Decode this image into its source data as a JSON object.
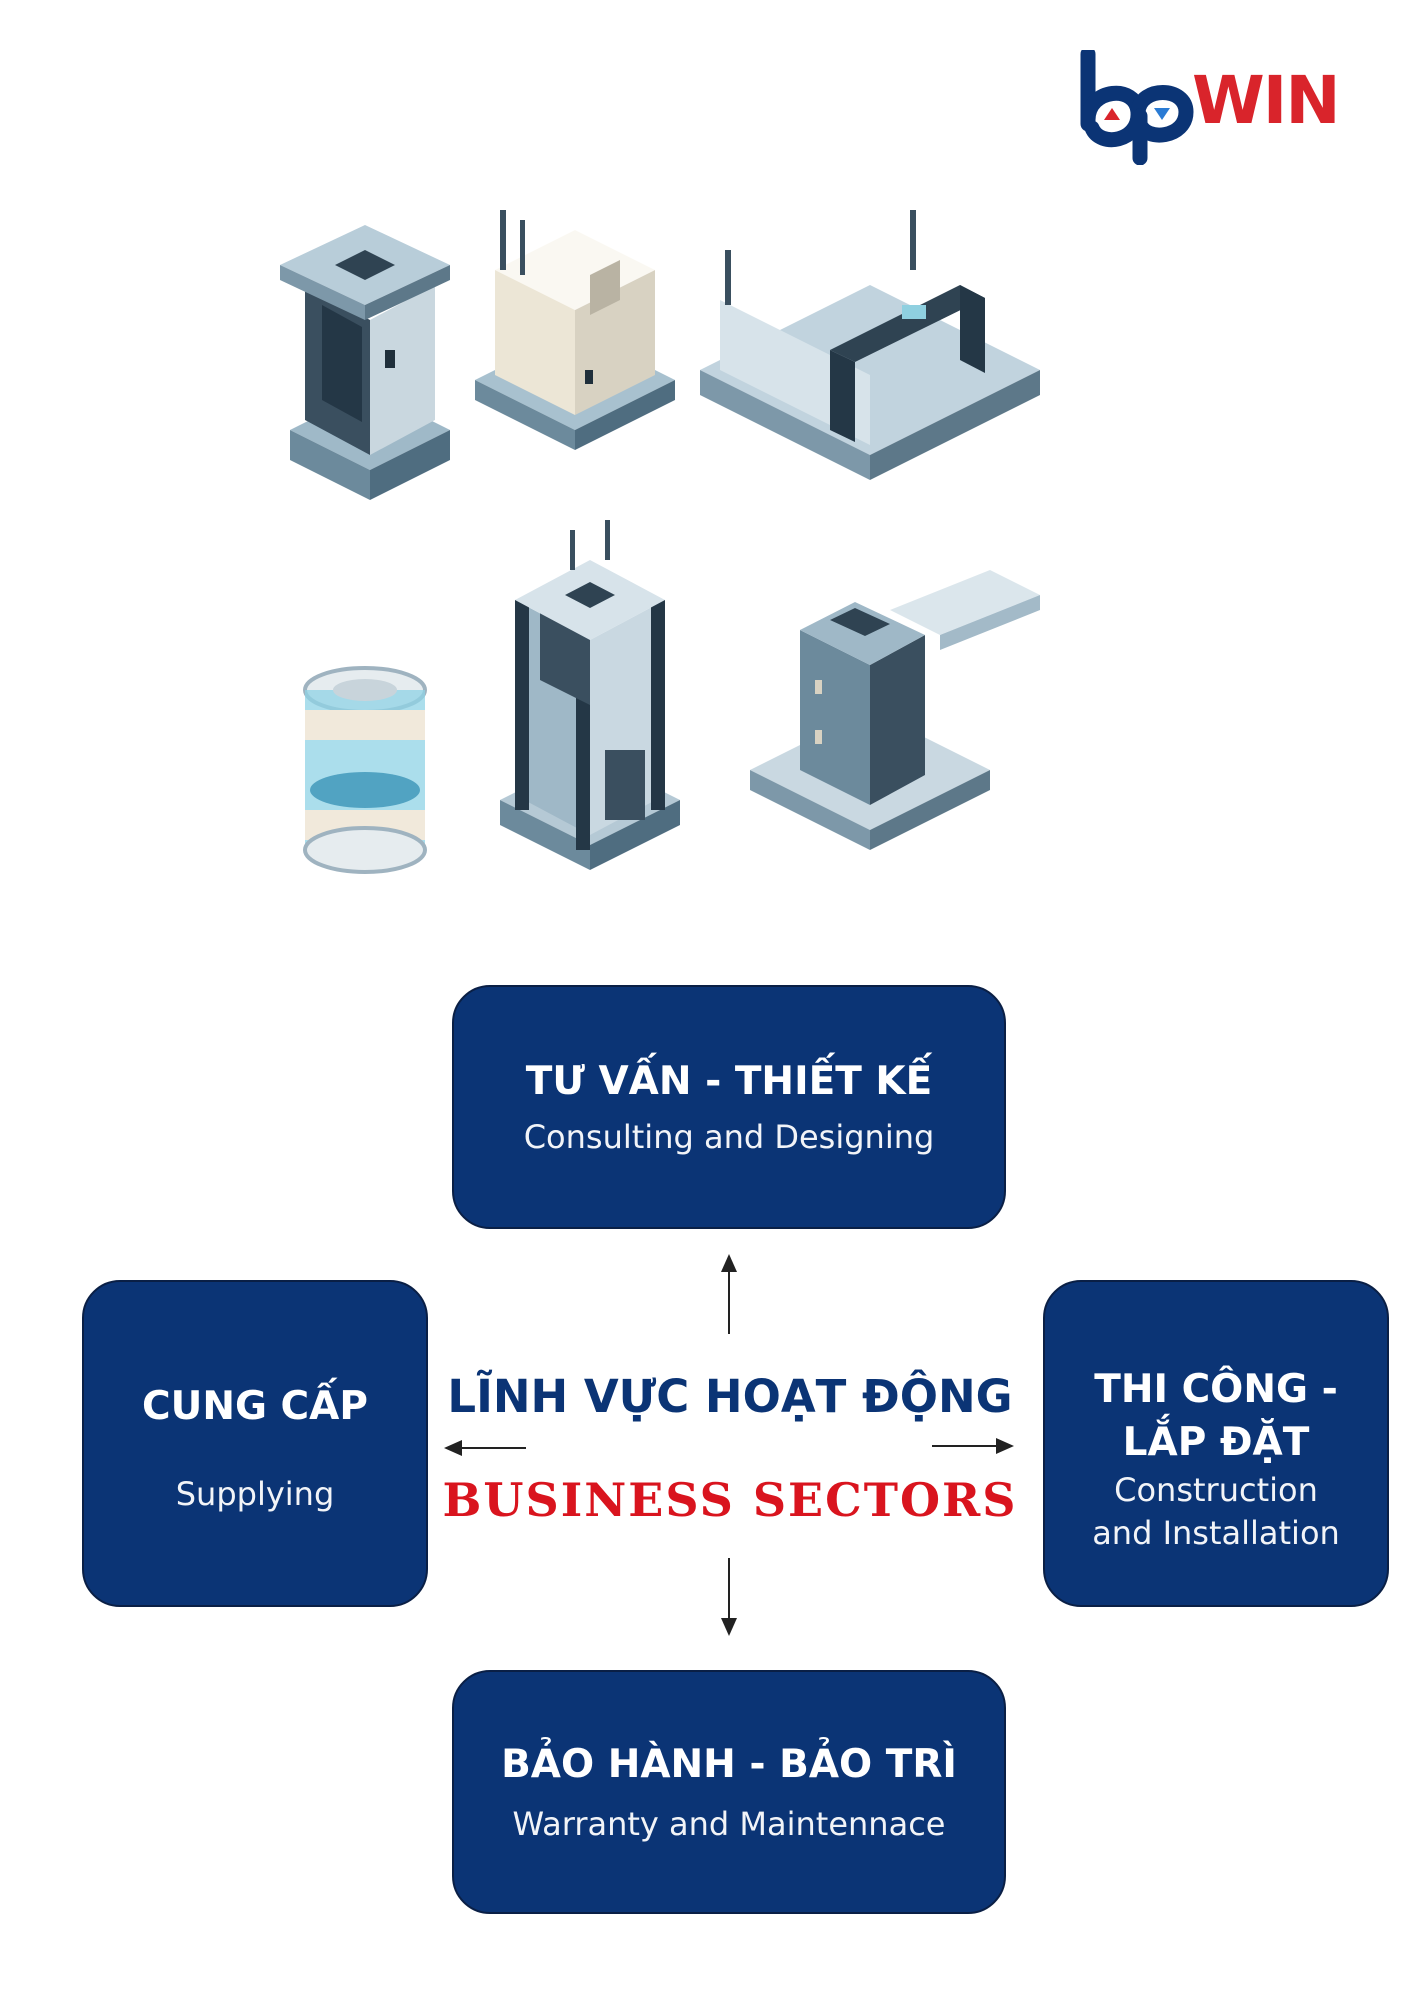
{
  "brand": {
    "logo_text": "WIN",
    "primary_color": "#0b3475",
    "accent_color": "#d9242b"
  },
  "center": {
    "title": "LĨNH VỰC HOẠT ĐỘNG",
    "subtitle": "BUSINESS SECTORS"
  },
  "sectors": {
    "top": {
      "title": "TƯ VẤN - THIẾT KẾ",
      "subtitle": "Consulting and Designing"
    },
    "left": {
      "title": "CUNG CẤP",
      "subtitle": "Supplying"
    },
    "right": {
      "title_line1": "THI CÔNG -",
      "title_line2": "LẮP ĐẶT",
      "subtitle_line1": "Construction",
      "subtitle_line2": "and Installation"
    },
    "bottom": {
      "title": "BẢO HÀNH - BẢO TRÌ",
      "subtitle": "Warranty and Maintennace"
    }
  },
  "illustration_icons": [
    "elevator-shaft-icon",
    "elevator-cabin-room-icon",
    "elevator-door-frame-icon",
    "glass-capsule-elevator-icon",
    "elevator-tower-icon",
    "elevator-car-platform-icon"
  ]
}
